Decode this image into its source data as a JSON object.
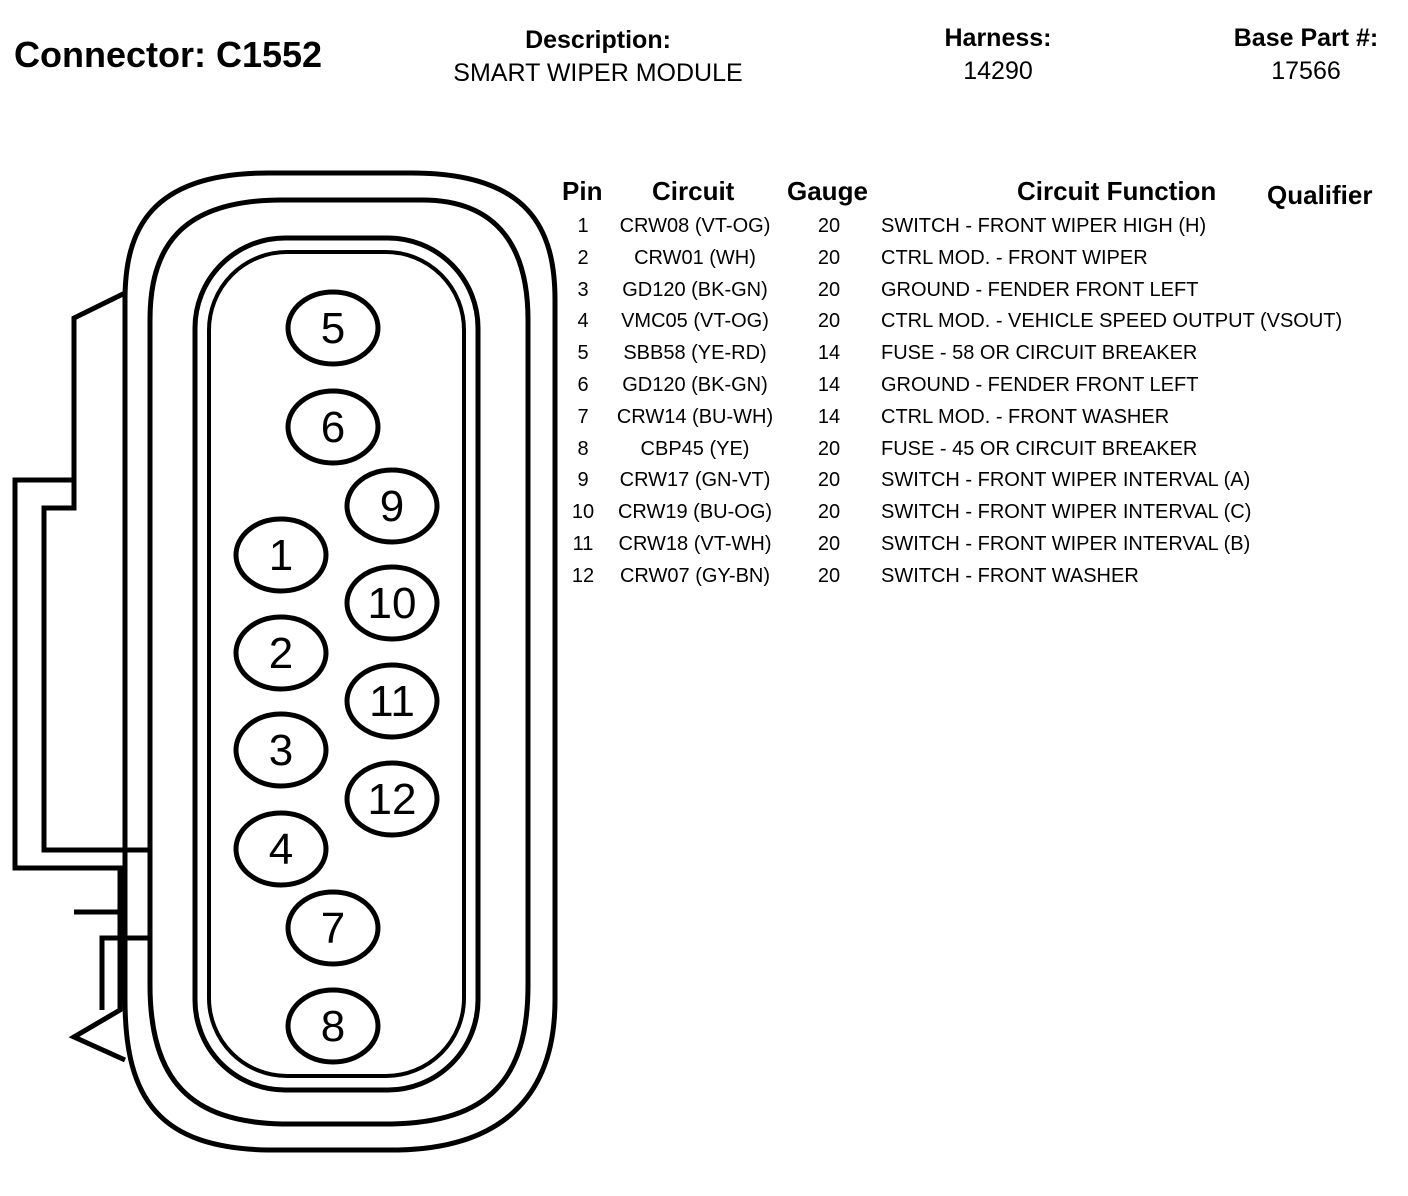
{
  "header": {
    "title": "Connector: C1552",
    "description_label": "Description:",
    "description_value": "SMART WIPER MODULE",
    "harness_label": "Harness:",
    "harness_value": "14290",
    "base_part_label": "Base Part #:",
    "base_part_value": "17566"
  },
  "table": {
    "columns": {
      "pin": "Pin",
      "circuit": "Circuit",
      "gauge": "Gauge",
      "function": "Circuit Function",
      "qualifier": "Qualifier"
    },
    "rows": [
      {
        "pin": "1",
        "circuit": "CRW08 (VT-OG)",
        "gauge": "20",
        "function": "SWITCH - FRONT WIPER HIGH (H)"
      },
      {
        "pin": "2",
        "circuit": "CRW01 (WH)",
        "gauge": "20",
        "function": "CTRL MOD. - FRONT WIPER"
      },
      {
        "pin": "3",
        "circuit": "GD120 (BK-GN)",
        "gauge": "20",
        "function": "GROUND - FENDER FRONT LEFT"
      },
      {
        "pin": "4",
        "circuit": "VMC05 (VT-OG)",
        "gauge": "20",
        "function": "CTRL MOD. - VEHICLE SPEED OUTPUT (VSOUT)"
      },
      {
        "pin": "5",
        "circuit": "SBB58 (YE-RD)",
        "gauge": "14",
        "function": "FUSE - 58 OR CIRCUIT BREAKER"
      },
      {
        "pin": "6",
        "circuit": "GD120 (BK-GN)",
        "gauge": "14",
        "function": "GROUND - FENDER FRONT LEFT"
      },
      {
        "pin": "7",
        "circuit": "CRW14 (BU-WH)",
        "gauge": "14",
        "function": "CTRL MOD. - FRONT WASHER"
      },
      {
        "pin": "8",
        "circuit": "CBP45 (YE)",
        "gauge": "20",
        "function": "FUSE - 45 OR CIRCUIT BREAKER"
      },
      {
        "pin": "9",
        "circuit": "CRW17 (GN-VT)",
        "gauge": "20",
        "function": "SWITCH - FRONT WIPER INTERVAL (A)"
      },
      {
        "pin": "10",
        "circuit": "CRW19 (BU-OG)",
        "gauge": "20",
        "function": "SWITCH - FRONT WIPER INTERVAL (C)"
      },
      {
        "pin": "11",
        "circuit": "CRW18 (VT-WH)",
        "gauge": "20",
        "function": "SWITCH - FRONT WIPER INTERVAL (B)"
      },
      {
        "pin": "12",
        "circuit": "CRW07 (GY-BN)",
        "gauge": "20",
        "function": "SWITCH - FRONT WASHER"
      }
    ]
  },
  "connector": {
    "pins": [
      "5",
      "6",
      "9",
      "1",
      "10",
      "2",
      "11",
      "3",
      "12",
      "4",
      "7",
      "8"
    ]
  }
}
